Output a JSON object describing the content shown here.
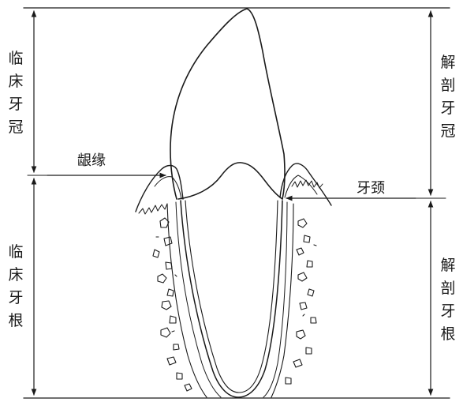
{
  "labels": {
    "clinical_crown": "临\n床\n牙\n冠",
    "clinical_root": "临\n床\n牙\n根",
    "anatomical_crown": "解\n剖\n牙\n冠",
    "anatomical_root": "解\n剖\n牙\n根",
    "gingival_margin": "龈缘",
    "tooth_neck": "牙颈"
  },
  "colors": {
    "ink": "#1a1a1a",
    "background": "#ffffff"
  }
}
